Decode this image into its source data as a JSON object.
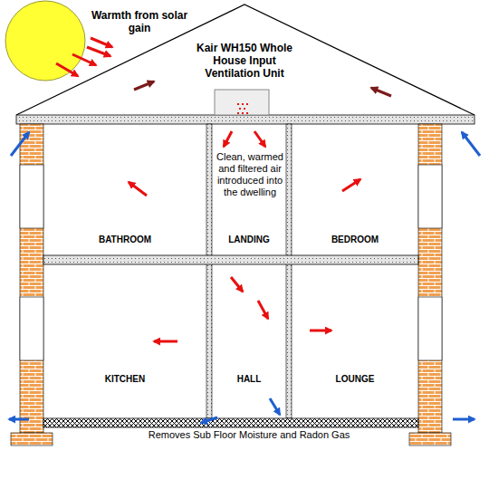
{
  "diagram": {
    "nodes": [
      {
        "text": [
          "BATHROOM"
        ]
      },
      {
        "text": [
          "LANDING"
        ]
      },
      {
        "text": [
          "BEDROOM"
        ]
      },
      {
        "text": [
          "KITCHEN"
        ]
      },
      {
        "text": [
          "HALL"
        ]
      },
      {
        "text": [
          "LOUNGE"
        ]
      }
    ],
    "labels": [
      "Warmth from solar gain",
      "Kair WH150 Whole House Input Ventilation Unit",
      "Clean, warmed and filtered air introduced into the dwelling",
      "Removes Sub Floor Moisture and Radon Gas"
    ]
  }
}
